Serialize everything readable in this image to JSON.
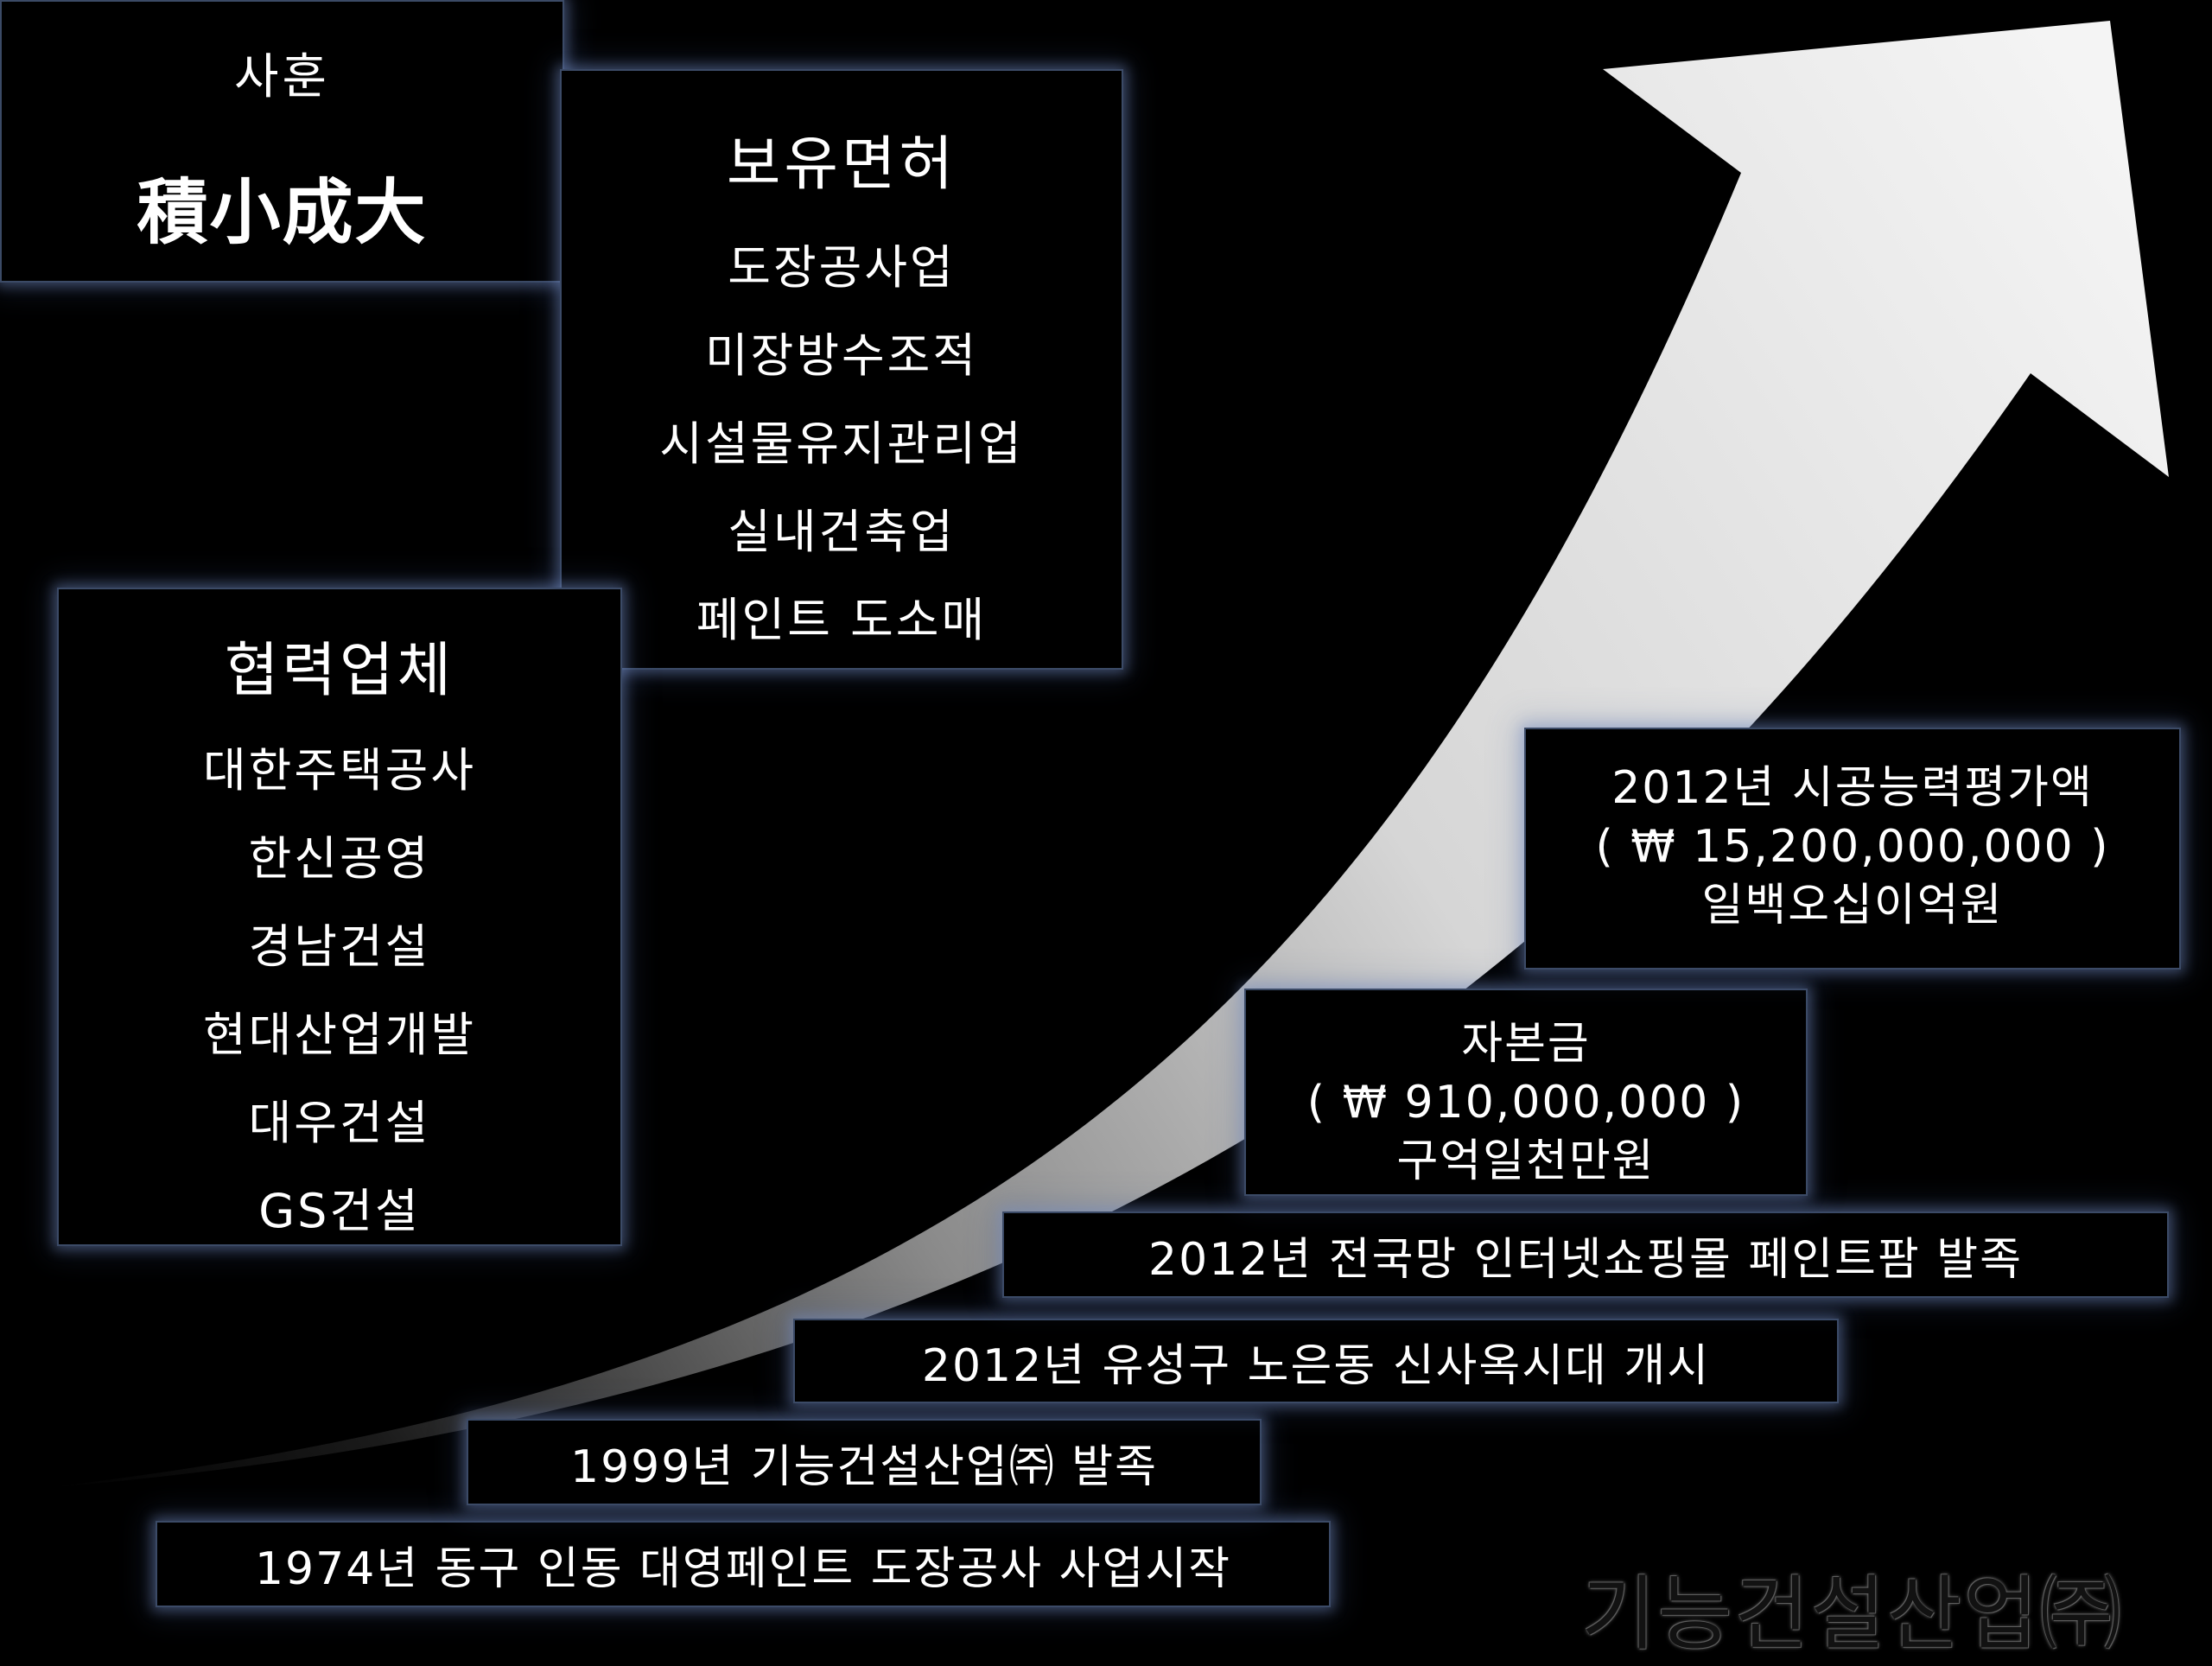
{
  "motto": {
    "label": "사훈",
    "slogan": "積小成大"
  },
  "licenses": {
    "heading": "보유면허",
    "items": [
      "도장공사업",
      "미장방수조적",
      "시설물유지관리업",
      "실내건축업",
      "페인트 도소매"
    ]
  },
  "partners": {
    "heading": "협력업체",
    "items": [
      "대한주택공사",
      "한신공영",
      "경남건설",
      "현대산업개발",
      "대우건설",
      "GS건설"
    ]
  },
  "history": {
    "y1974": "1974년 동구 인동 대영페인트 도장공사 사업시작",
    "y1999": "1999년 기능건설산업㈜ 발족",
    "y2012_office": "2012년 유성구 노은동 신사옥시대 개시",
    "y2012_mall": "2012년 전국망 인터넷쇼핑몰 페인트팜 발족"
  },
  "capital": {
    "title": "자본금",
    "amount": "( ₩ 910,000,000 )",
    "words": "구억일천만원"
  },
  "evaluation": {
    "title": "2012년  시공능력평가액",
    "amount": "( ₩ 15,200,000,000 )",
    "words": "일백오십이억원"
  },
  "company_name": "기능건설산업㈜",
  "colors": {
    "background": "#000000",
    "box_border": "#3b4a66",
    "arrow_light": "#f2f2f2",
    "arrow_dark": "#000000"
  },
  "icons": {
    "growth_arrow": "curved-upward-arrow-icon"
  }
}
